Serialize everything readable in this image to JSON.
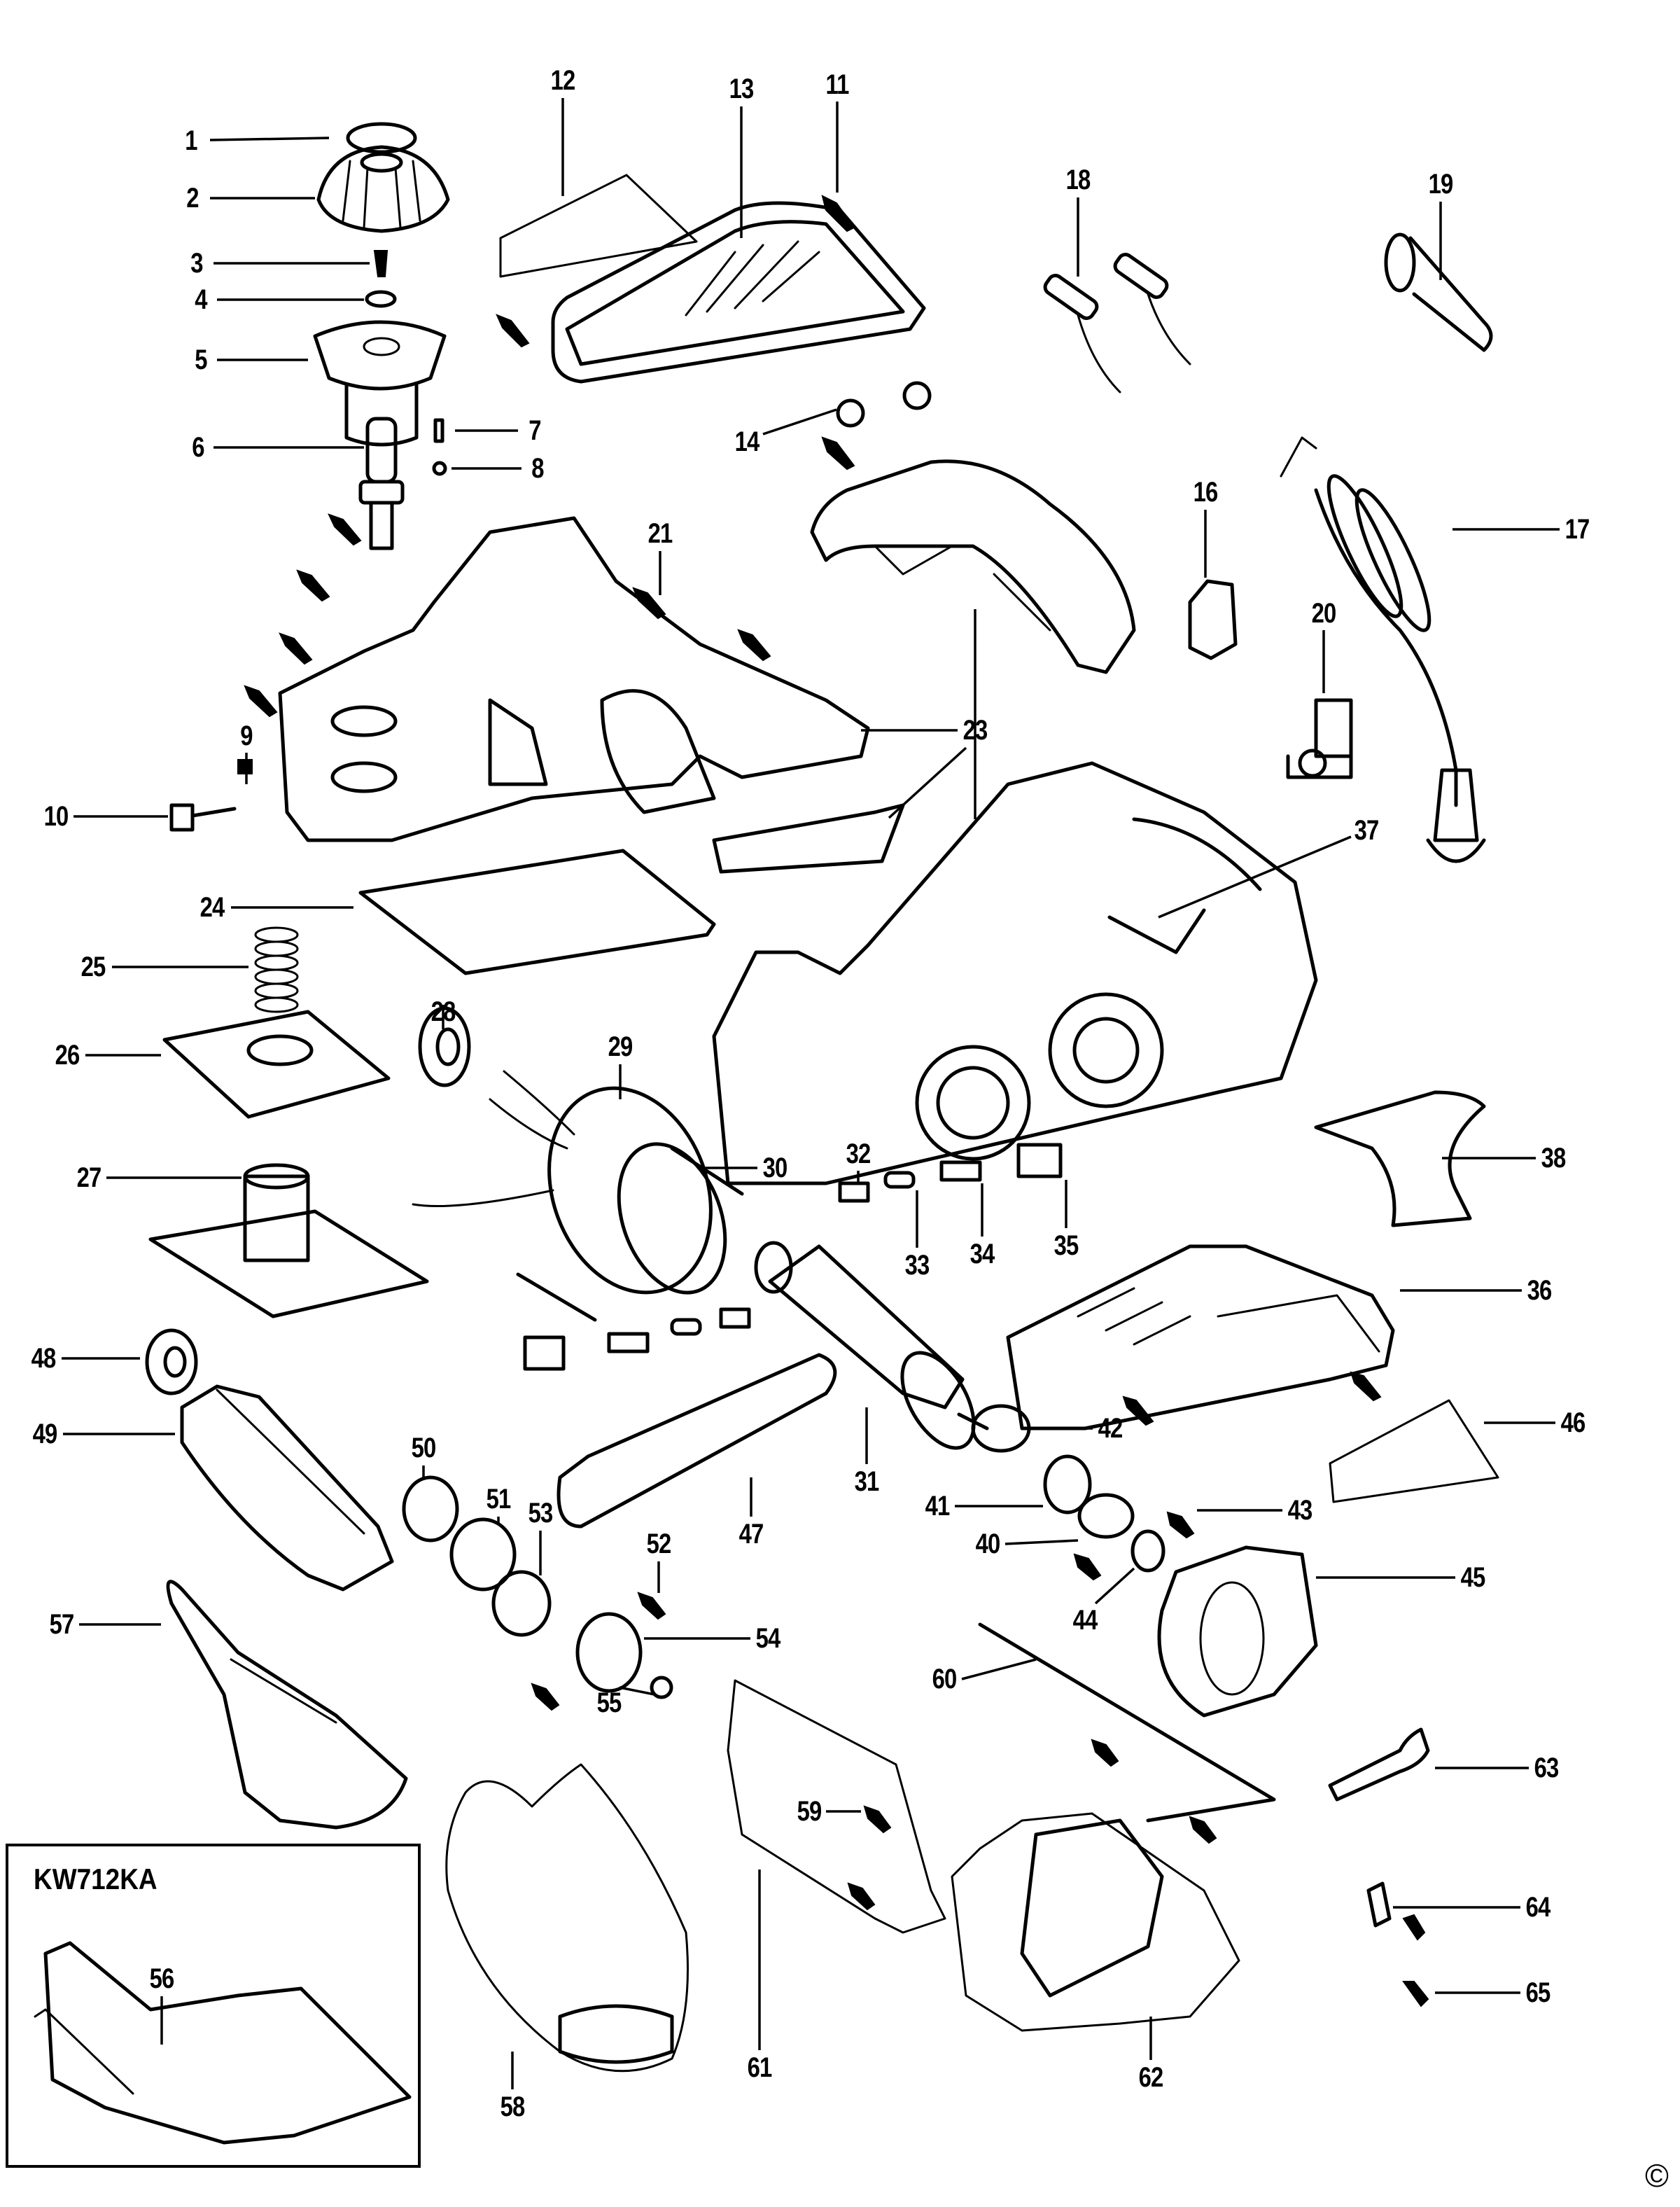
{
  "diagram": {
    "type": "exploded-parts-diagram",
    "subject": "electric planer",
    "inset": {
      "title": "KW712KA",
      "callouts": [
        "56"
      ]
    },
    "copyright_symbol": "©",
    "callouts": [
      {
        "label": "1"
      },
      {
        "label": "2"
      },
      {
        "label": "3"
      },
      {
        "label": "4"
      },
      {
        "label": "5"
      },
      {
        "label": "6"
      },
      {
        "label": "7"
      },
      {
        "label": "8"
      },
      {
        "label": "9"
      },
      {
        "label": "10"
      },
      {
        "label": "11"
      },
      {
        "label": "12"
      },
      {
        "label": "13"
      },
      {
        "label": "14"
      },
      {
        "label": "16"
      },
      {
        "label": "17"
      },
      {
        "label": "18"
      },
      {
        "label": "19"
      },
      {
        "label": "20"
      },
      {
        "label": "21"
      },
      {
        "label": "23"
      },
      {
        "label": "24"
      },
      {
        "label": "25"
      },
      {
        "label": "26"
      },
      {
        "label": "27"
      },
      {
        "label": "28"
      },
      {
        "label": "29"
      },
      {
        "label": "30"
      },
      {
        "label": "31"
      },
      {
        "label": "32"
      },
      {
        "label": "33"
      },
      {
        "label": "34"
      },
      {
        "label": "35"
      },
      {
        "label": "36"
      },
      {
        "label": "37"
      },
      {
        "label": "38"
      },
      {
        "label": "40"
      },
      {
        "label": "41"
      },
      {
        "label": "42"
      },
      {
        "label": "43"
      },
      {
        "label": "44"
      },
      {
        "label": "45"
      },
      {
        "label": "46"
      },
      {
        "label": "47"
      },
      {
        "label": "48"
      },
      {
        "label": "49"
      },
      {
        "label": "50"
      },
      {
        "label": "51"
      },
      {
        "label": "52"
      },
      {
        "label": "53"
      },
      {
        "label": "54"
      },
      {
        "label": "55"
      },
      {
        "label": "56"
      },
      {
        "label": "57"
      },
      {
        "label": "58"
      },
      {
        "label": "59"
      },
      {
        "label": "60"
      },
      {
        "label": "61"
      },
      {
        "label": "62"
      },
      {
        "label": "63"
      },
      {
        "label": "64"
      },
      {
        "label": "65"
      }
    ]
  }
}
